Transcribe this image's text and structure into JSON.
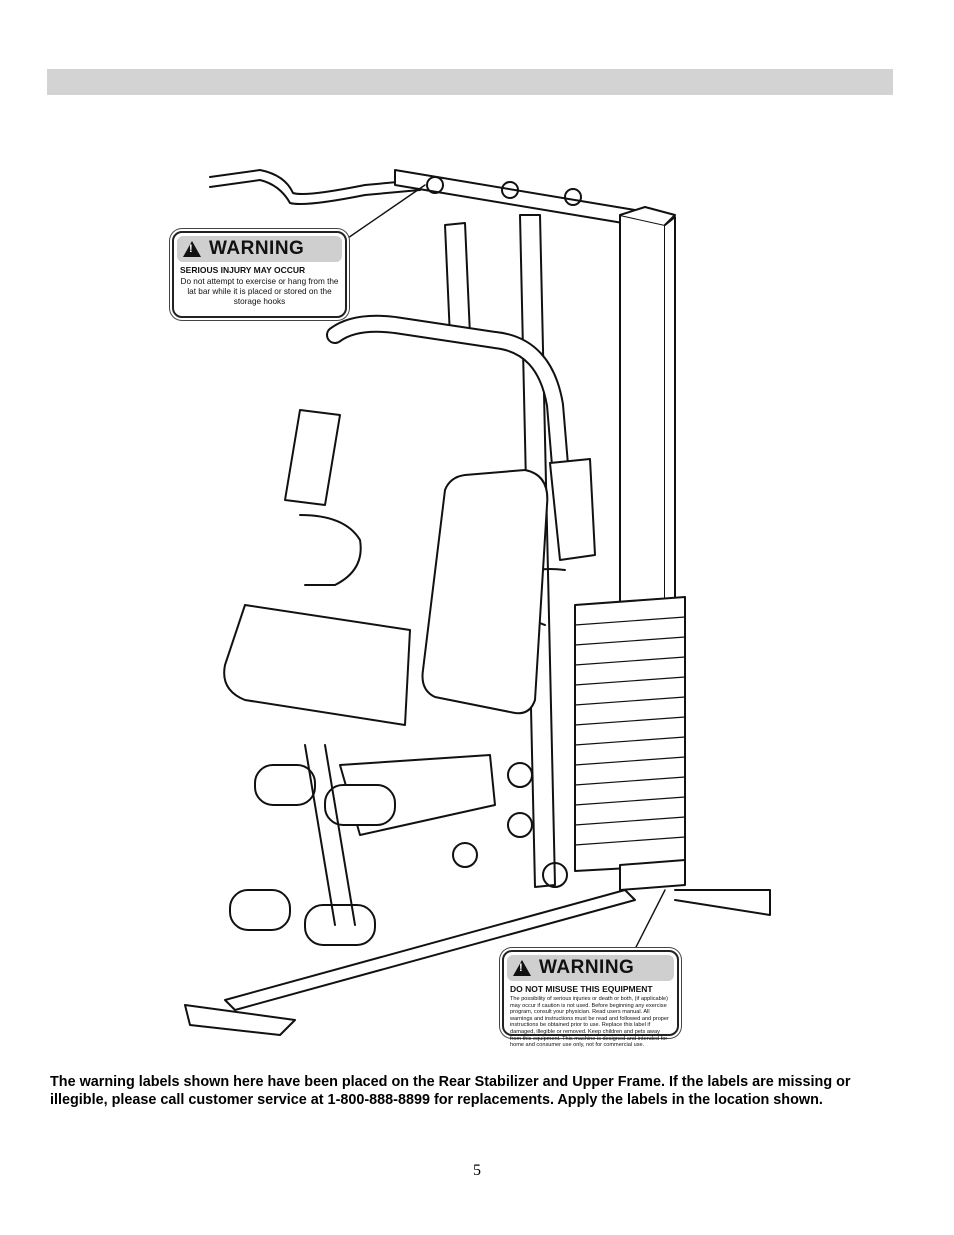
{
  "warnings": [
    {
      "title": "WARNING",
      "subtitle": "SERIOUS INJURY MAY OCCUR",
      "body": "Do not attempt to exercise or hang from the lat bar while it is placed or stored on the storage hooks"
    },
    {
      "title": "WARNING",
      "subtitle": "DO NOT MISUSE THIS EQUIPMENT",
      "body": "The possibility of serious injuries or death or both, (if applicable) may occur if caution is not used. Before beginning any exercise program, consult your physician. Read users manual. All warnings and instructions must be read and followed and proper instructions be obtained prior to use. Replace this label if damaged, illegible or removed. Keep children and pets away from this equipment. This machine is designed and intended for home and consumer use only, not for commercial use."
    }
  ],
  "caption": "The warning labels shown here have been placed on the Rear Stabilizer and Upper Frame.  If the labels are missing or illegible, please call customer service at 1-800-888-8899 for replacements.  Apply the labels in the location shown.",
  "page_number": "5"
}
